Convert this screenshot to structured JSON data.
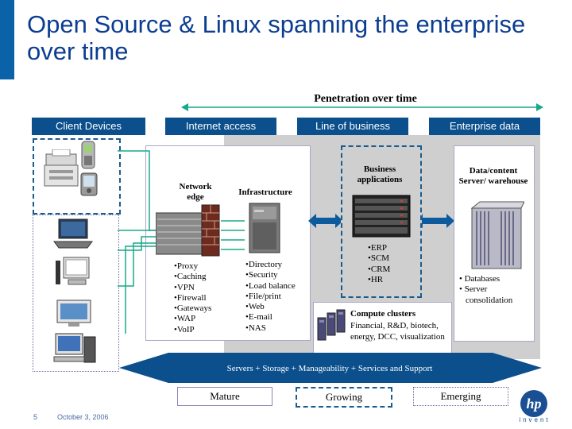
{
  "slide": {
    "title": "Open Source & Linux spanning the enterprise over time",
    "page_number": "5",
    "date": "October 3, 2006"
  },
  "timeline": {
    "label": "Penetration over time"
  },
  "columns": [
    {
      "label": "Client Devices"
    },
    {
      "label": "Internet access"
    },
    {
      "label": "Line of business"
    },
    {
      "label": "Enterprise data"
    }
  ],
  "network_edge": {
    "label": "Network edge",
    "items": [
      "•Proxy",
      "•Caching",
      "•VPN",
      "•Firewall",
      "•Gateways",
      "•WAP",
      "•VoIP"
    ]
  },
  "infrastructure": {
    "label": "Infrastructure",
    "items": [
      "•Directory",
      "•Security",
      "•Load balance",
      "•File/print",
      "•Web",
      "•E-mail",
      "•NAS"
    ]
  },
  "business_apps": {
    "label": "Business applications",
    "items": [
      "•ERP",
      "•SCM",
      "•CRM",
      "•HR"
    ]
  },
  "data_content": {
    "label": "Data/content Server/ warehouse",
    "items": [
      "• Databases",
      "• Server",
      "consolidation"
    ]
  },
  "compute_clusters": {
    "title": "Compute clusters",
    "body": "Financial, R&D, biotech, energy, DCC, visualization"
  },
  "banner": {
    "label": "Servers + Storage + Manageability + Services and Support"
  },
  "legend": [
    {
      "label": "Mature",
      "style": "solid"
    },
    {
      "label": "Growing",
      "style": "dashed"
    },
    {
      "label": "Emerging",
      "style": "dotted"
    }
  ],
  "branding": {
    "logo": "hp",
    "tagline": "invent"
  },
  "colors": {
    "accent_blue": "#0b4f8c",
    "title_blue": "#0b3d91",
    "teal": "#1aa88a",
    "grey_panel": "#cfcfcf"
  }
}
